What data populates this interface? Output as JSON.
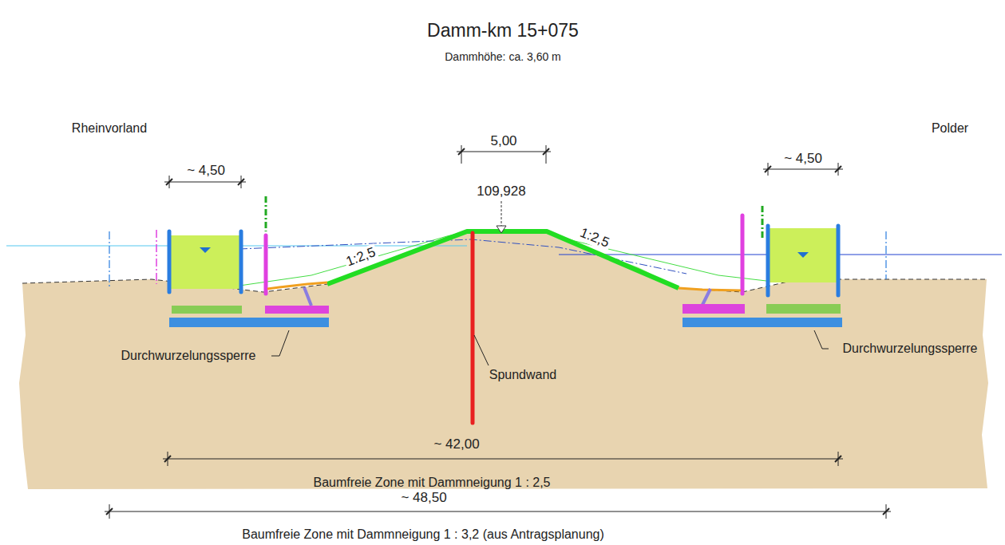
{
  "diagram": {
    "title": "Damm-km 15+075",
    "labels": [
      "Dammhöhe: ca. 3,60 m",
      "Rheinvorland",
      "Polder",
      "~ 4,50",
      "5,00",
      "109,928",
      "1:2,5",
      "1:2,5",
      "~ 4,50",
      "Durchwurzelungssperre",
      "Spundwand",
      "Durchwurzelungssperre",
      "~ 42,00",
      "Baumfreie Zone mit Dammneigung 1 : 2,5",
      "~ 48,50",
      "Baumfreie Zone mit Dammneigung 1 : 3,2 (aus Antragsplanung)"
    ]
  }
}
